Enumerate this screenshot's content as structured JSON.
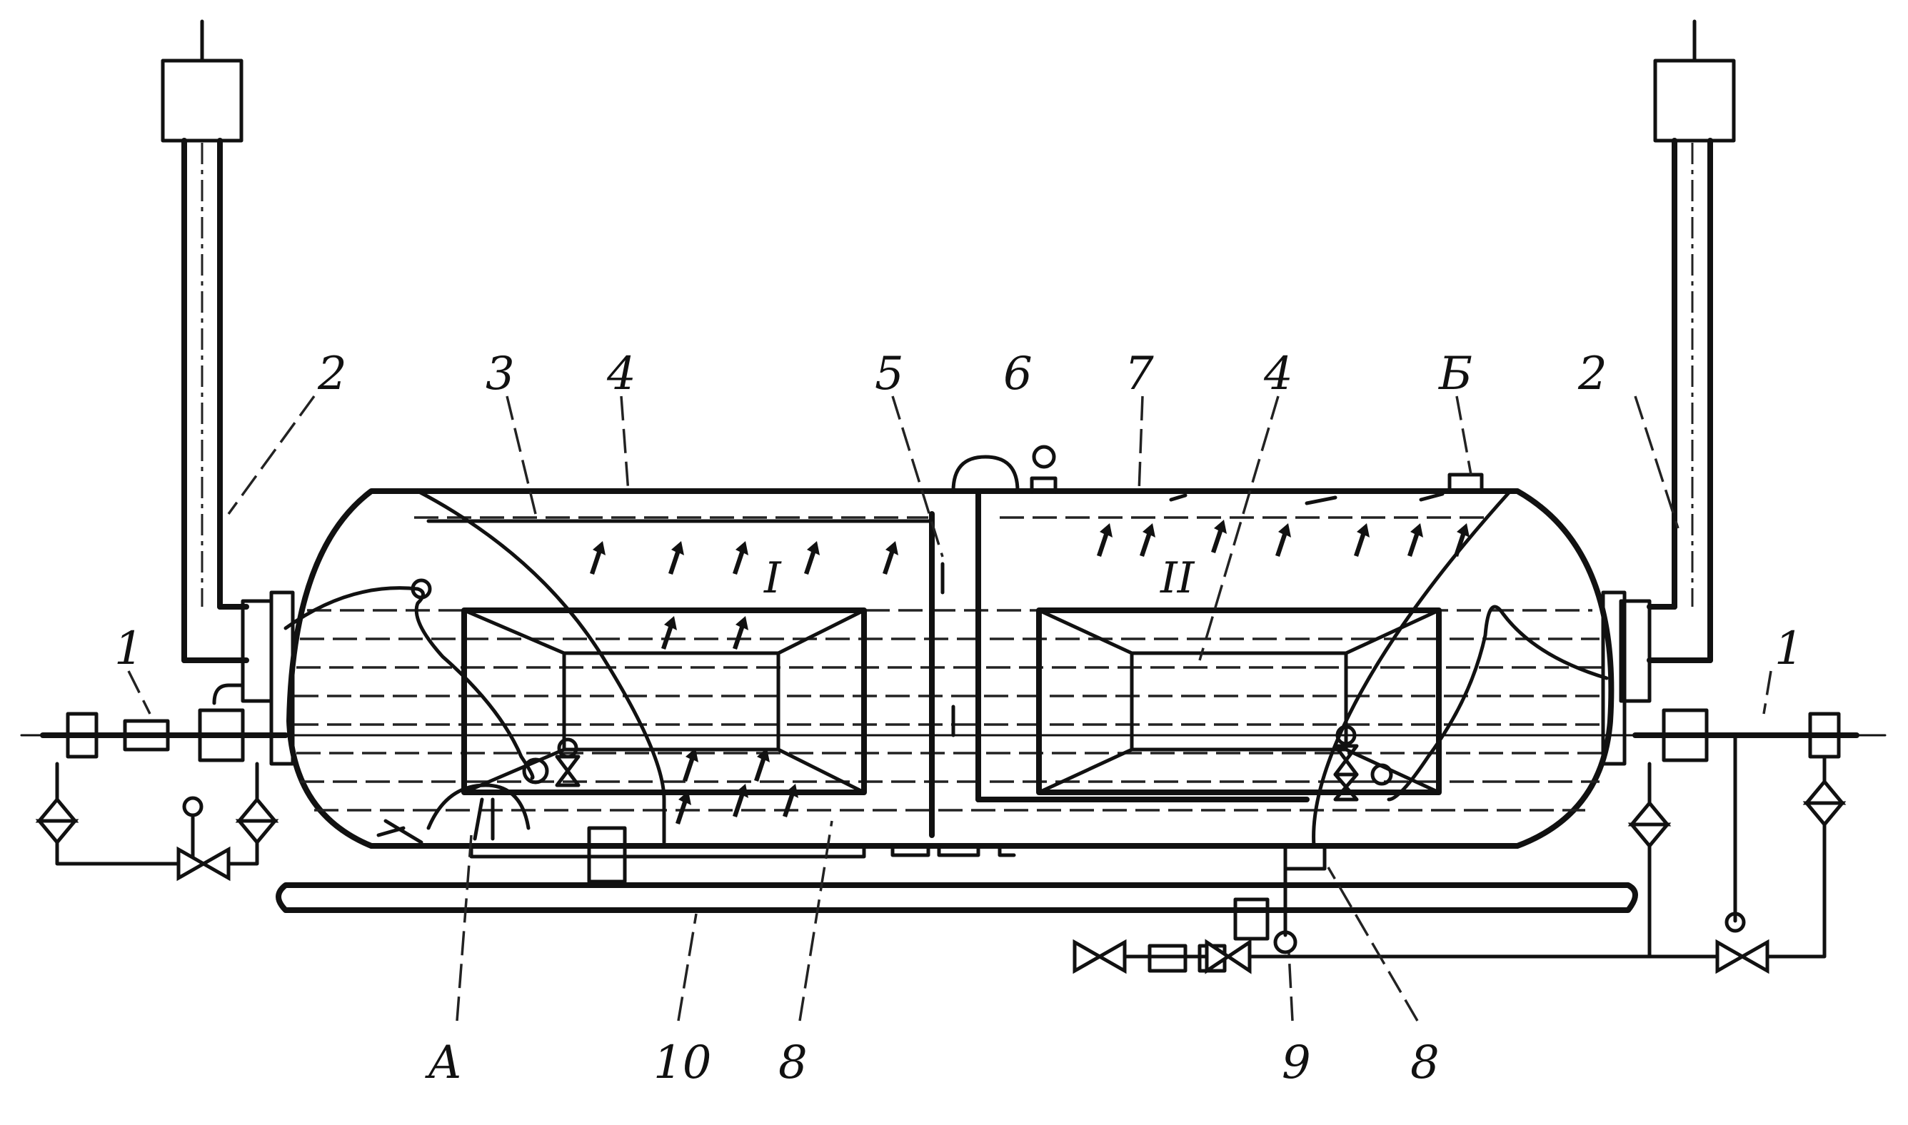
{
  "labels": {
    "l1_left": "1",
    "l2_left": "2",
    "l3": "3",
    "l4_left": "4",
    "l5": "5",
    "l6": "6",
    "l7": "7",
    "l4_right": "4",
    "lB": "Б",
    "l2_right": "2",
    "l1_right": "1",
    "lA": "A",
    "l10": "10",
    "l8_left": "8",
    "l9": "9",
    "l8_right": "8"
  },
  "zones": {
    "zone_1": "I",
    "zone_2": "II"
  }
}
